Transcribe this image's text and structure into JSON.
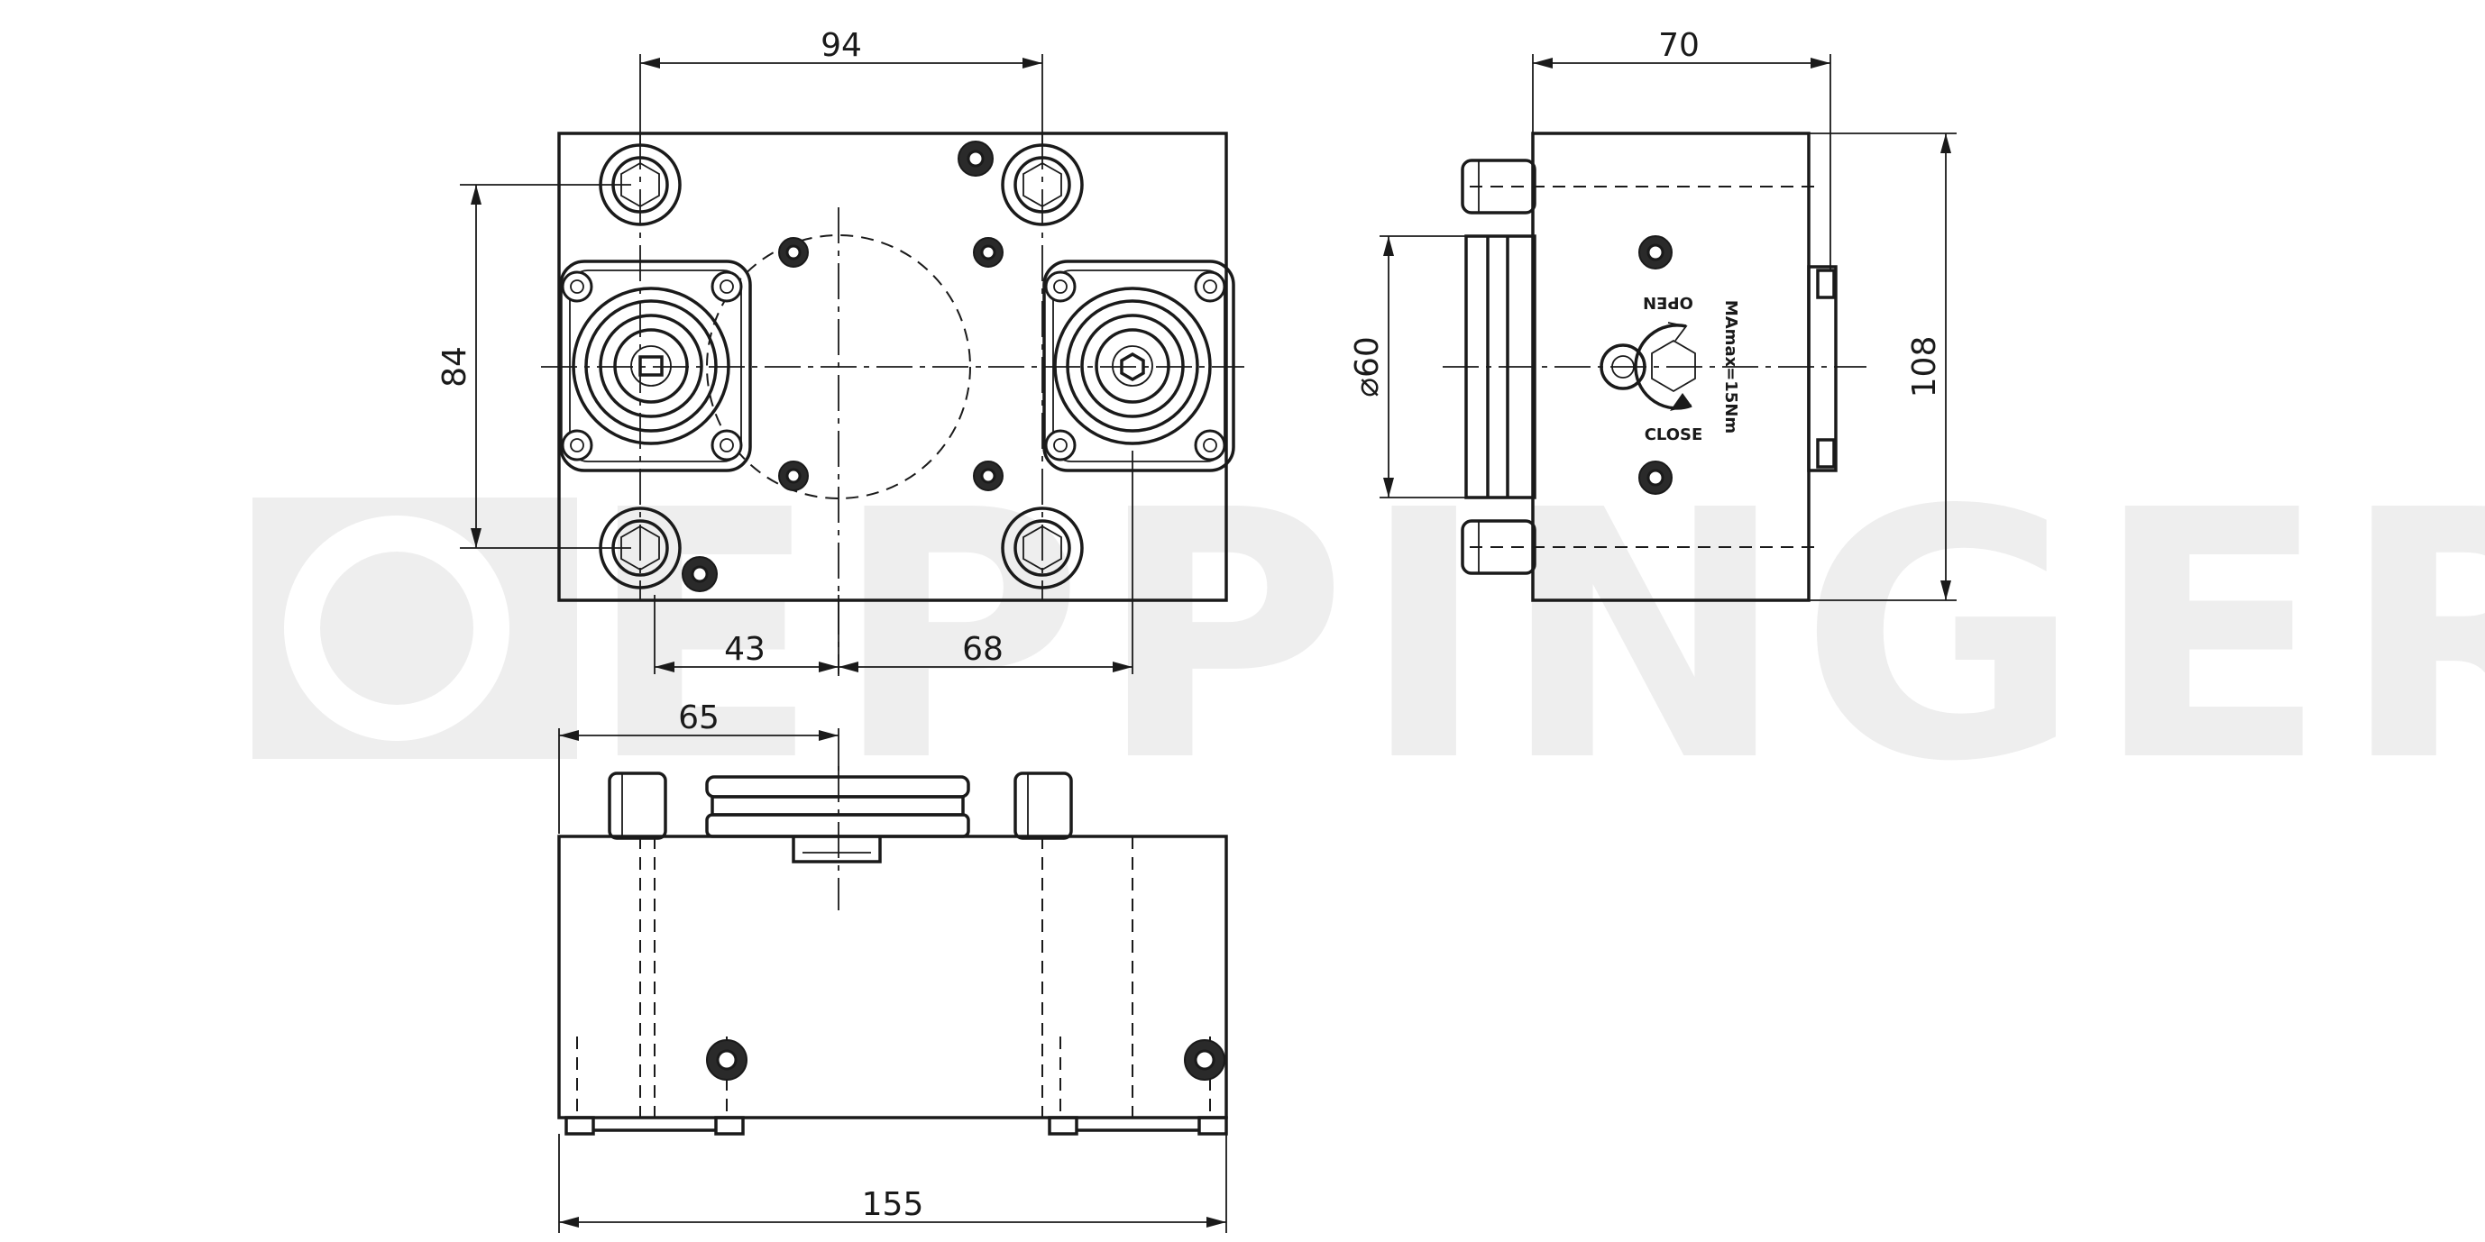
{
  "watermark": {
    "brand": "EPPINGER"
  },
  "dimensions": {
    "top_width": "94",
    "top_height": "84",
    "left_offset": "43",
    "right_offset": "68",
    "side_width": "70",
    "side_diameter": "⌀60",
    "side_height": "108",
    "bottom_offset": "65",
    "bottom_width": "155"
  },
  "labels": {
    "open": "OPEN",
    "close": "CLOSE",
    "torque": "MAmax=15Nm"
  },
  "colors": {
    "line": "#1a1a1a",
    "watermark": "#eeeeee",
    "background": "#ffffff"
  }
}
